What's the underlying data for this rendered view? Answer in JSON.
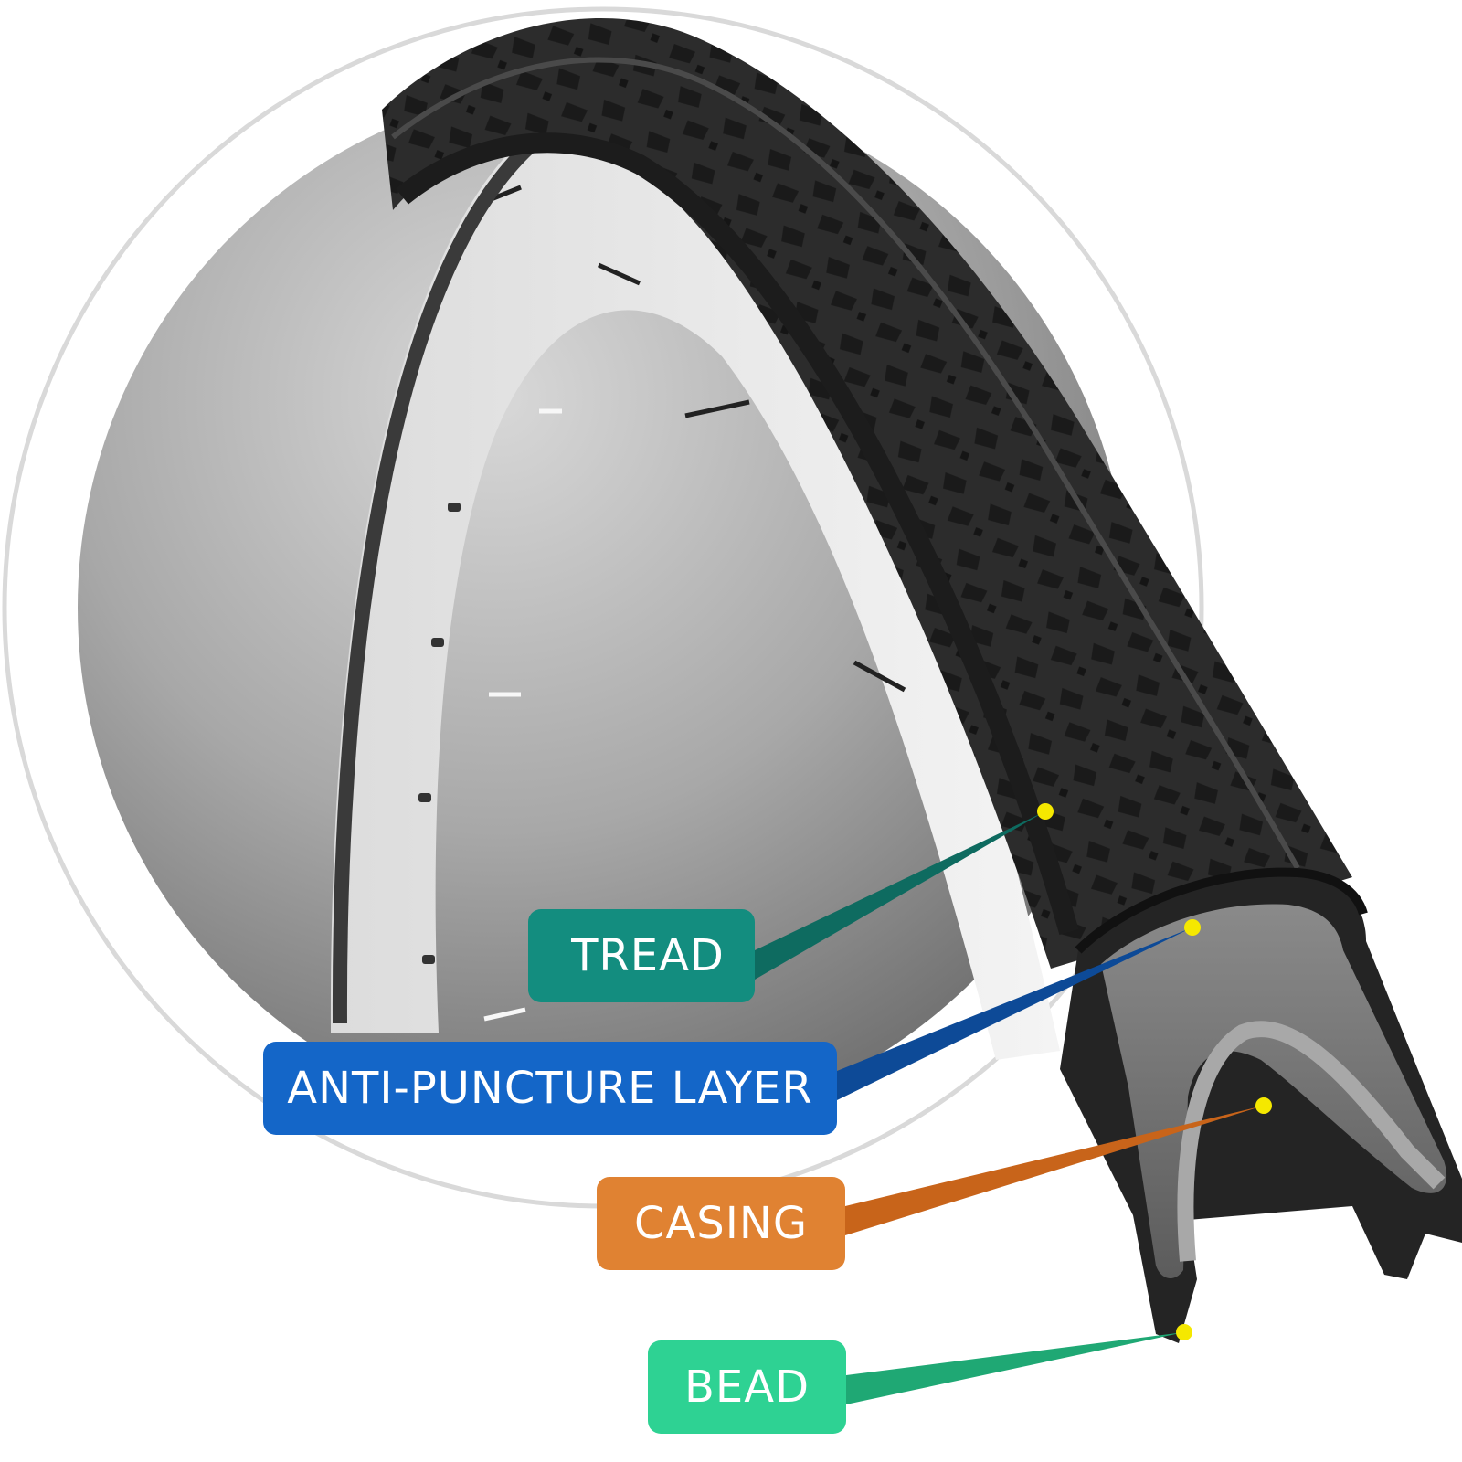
{
  "callouts": [
    {
      "id": "tread",
      "label": "TREAD",
      "color": "#138d7f",
      "connector_color": "#0e6b60"
    },
    {
      "id": "anti",
      "label": "ANTI-PUNCTURE LAYER",
      "color": "#1466c8",
      "connector_color": "#0d4a97"
    },
    {
      "id": "casing",
      "label": "CASING",
      "color": "#e08232",
      "connector_color": "#c8641a"
    },
    {
      "id": "bead",
      "label": "BEAD",
      "color": "#2ed293",
      "connector_color": "#1fa874"
    }
  ],
  "marker_color": "#f5e800",
  "background_disc_color": "#9a9a9a",
  "tire_color": "#2e2e2e"
}
